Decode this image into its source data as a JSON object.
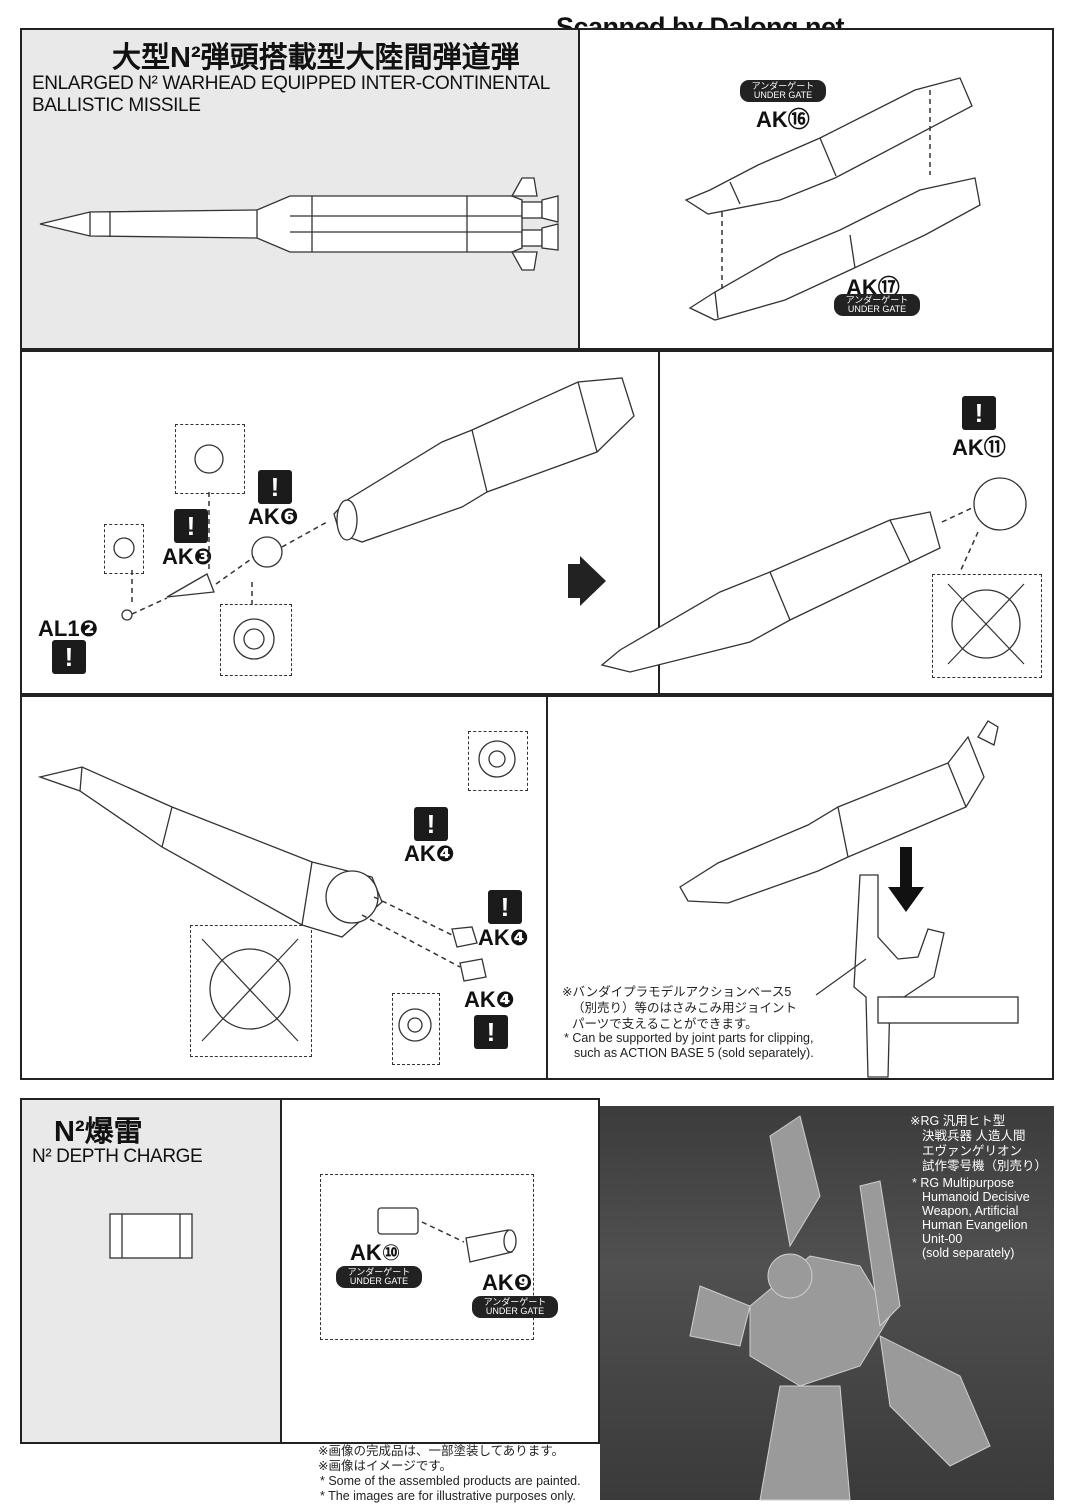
{
  "watermark": "Scanned by Dalong.net",
  "icbm": {
    "title_jp": "大型N²弾頭搭載型大陸間弾道弾",
    "title_en": "ENLARGED N² WARHEAD EQUIPPED INTER-CONTINENTAL BALLISTIC MISSILE"
  },
  "step1": {
    "ak16": "AK⑯",
    "ak16_gate": "アンダーゲート UNDER GATE",
    "ak17": "AK⑰",
    "ak17_gate": "アンダーゲート UNDER GATE"
  },
  "step2": {
    "al12": "AL1❷",
    "ak3": "AK❸",
    "ak6": "AK❻",
    "excl": "!"
  },
  "step3": {
    "ak11": "AK⑪",
    "excl": "!"
  },
  "step4": {
    "ak4a": "AK❹",
    "ak4b": "AK❹",
    "ak4c": "AK❹",
    "excl": "!"
  },
  "step5": {
    "note_jp_1": "※バンダイプラモデルアクションベース5",
    "note_jp_2": "（別売り）等のはさみこみ用ジョイント",
    "note_jp_3": "パーツで支えることができます。",
    "note_en_1": "* Can be supported by joint parts for clipping,",
    "note_en_2": "such as ACTION BASE 5 (sold separately)."
  },
  "depth": {
    "title_jp": "N²爆雷",
    "title_en": "N² DEPTH CHARGE",
    "ak10": "AK⑩",
    "ak10_gate": "アンダーゲート UNDER GATE",
    "ak9": "AK❾",
    "ak9_gate": "アンダーゲート UNDER GATE"
  },
  "photo": {
    "l1": "※RG 汎用ヒト型",
    "l2": "決戦兵器 人造人間",
    "l3": "エヴァンゲリオン",
    "l4": "試作零号機（別売り）",
    "e1": "* RG Multipurpose",
    "e2": "Humanoid Decisive",
    "e3": "Weapon, Artificial",
    "e4": "Human Evangelion",
    "e5": "Unit-00",
    "e6": "(sold separately)"
  },
  "bottom_notes": {
    "jp1": "※画像の完成品は、一部塗装してあります。",
    "jp2": "※画像はイメージです。",
    "en1": "* Some of the assembled products are painted.",
    "en2": "* The images are for illustrative purposes only."
  }
}
